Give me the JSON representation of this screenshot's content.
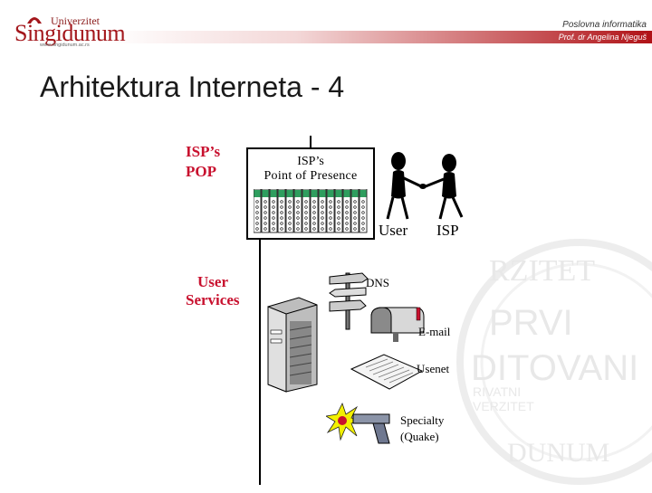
{
  "header": {
    "course": "Poslovna informatika",
    "author": "Prof. dr Angelina Njeguš",
    "logo_top": "Univerzitet",
    "logo_name": "Singidunum",
    "logo_url": "www.singidunum.ac.rs"
  },
  "slide": {
    "title": "Arhitektura Interneta - 4"
  },
  "diagram": {
    "isp_pop_label_line1": "ISP’s",
    "isp_pop_label_line2": "POP",
    "pop_box_line1": "ISP’s",
    "pop_box_line2": "Point of Presence",
    "user_label": "User",
    "isp_label": "ISP",
    "user_services_line1": "User",
    "user_services_line2": "Services",
    "dns": "DNS",
    "email": "E-mail",
    "usenet": "Usenet",
    "specialty_line1": "Specialty",
    "specialty_line2": "(Quake)"
  },
  "watermark": {
    "words": [
      "RZITET",
      "PRVI",
      "DITOVANI",
      "RIVATNI",
      "VERZITET",
      "DUNUM"
    ]
  },
  "colors": {
    "brand_red": "#a3161b",
    "label_red": "#c8102e"
  }
}
